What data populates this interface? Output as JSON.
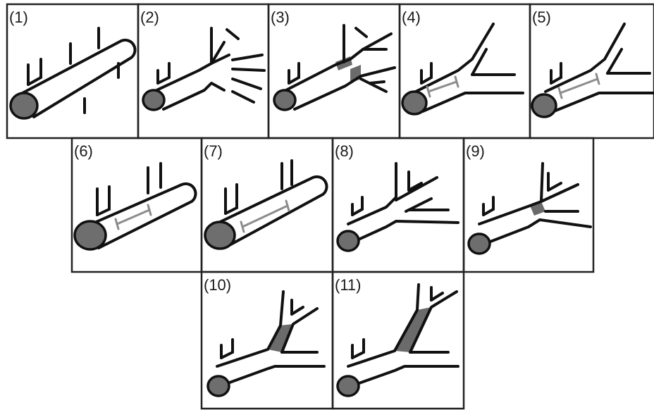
{
  "panels": [
    {
      "label": "(1)"
    },
    {
      "label": "(2)"
    },
    {
      "label": "(3)"
    },
    {
      "label": "(4)"
    },
    {
      "label": "(5)"
    },
    {
      "label": "(6)"
    },
    {
      "label": "(7)"
    },
    {
      "label": "(8)"
    },
    {
      "label": "(9)"
    },
    {
      "label": "(10)"
    },
    {
      "label": "(11)"
    }
  ],
  "colors": {
    "stroke": "#111111",
    "circle_fill": "#6e6e6e",
    "shade_fill": "#6b6b6b",
    "bracket": "#8c8c8c",
    "frame": "#222222",
    "background": "#ffffff"
  }
}
